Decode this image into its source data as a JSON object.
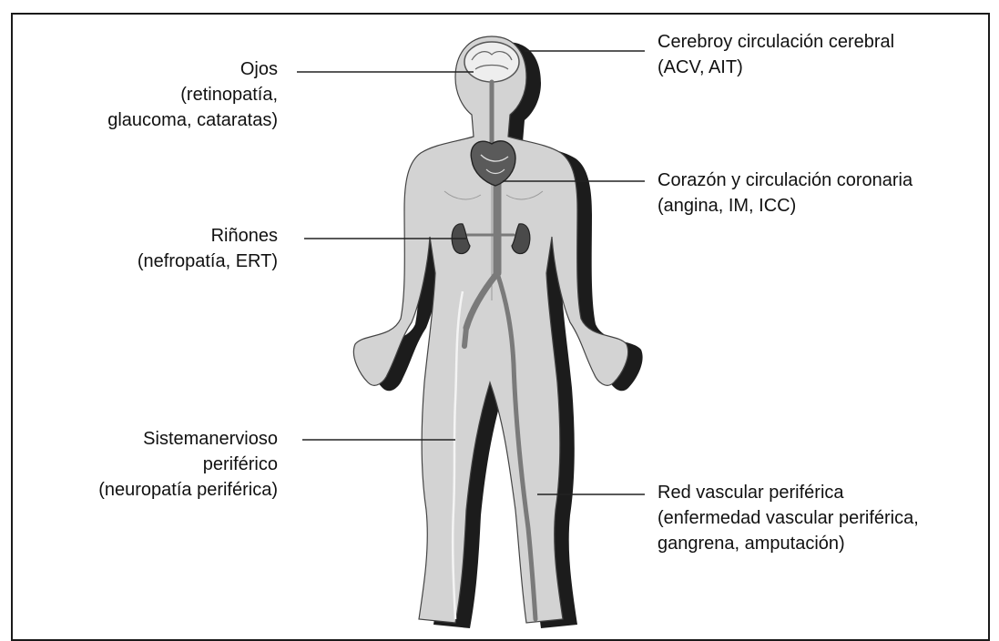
{
  "labels": {
    "eyes": {
      "title": "Ojos",
      "line2": "(retinopatía,",
      "line3": "glaucoma, cataratas)"
    },
    "kidneys": {
      "title": "Riñones",
      "line2": "(nefropatía, ERT)"
    },
    "nervous": {
      "title": "Sistemanervioso",
      "line2": "periférico",
      "line3": "(neuropatía periférica)"
    },
    "brain": {
      "title": "Cerebroy circulación cerebral",
      "line2": "(ACV, AIT)"
    },
    "heart": {
      "title": "Corazón y circulación coronaria",
      "line2": "(angina, IM, ICC)"
    },
    "vascular": {
      "title": "Red vascular periférica",
      "line2": "(enfermedad vascular periférica,",
      "line3": "gangrena, amputación)"
    }
  },
  "colors": {
    "body_fill": "#d3d3d3",
    "body_shadow": "#1c1c1c",
    "artery": "#7a7a7a",
    "leader": "#222222",
    "organ": "#555555"
  }
}
